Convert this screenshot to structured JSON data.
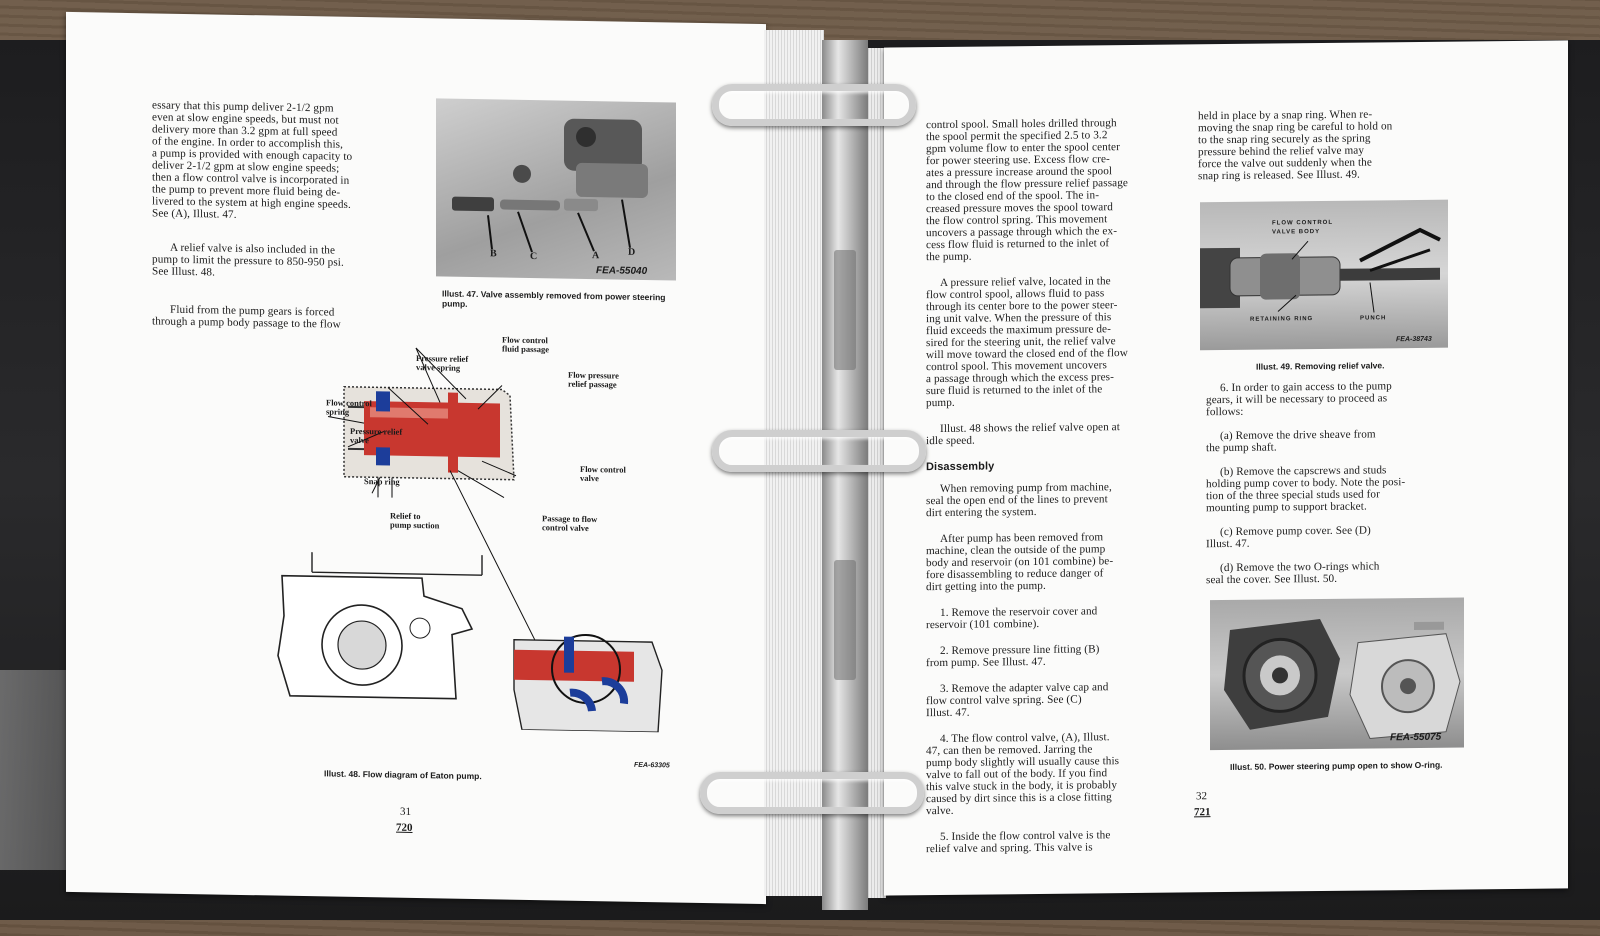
{
  "left_page": {
    "col1": [
      "essary that this pump deliver 2-1/2 gpm\neven at slow engine speeds, but must not\ndelivery more than 3.2 gpm at full speed\nof the engine.  In order to accomplish this,\na pump is provided with enough capacity to\ndeliver 2-1/2 gpm at slow engine speeds;\nthen a flow control valve is incorporated in\nthe pump to prevent more fluid being de-\nlivered to the system at high engine speeds.\nSee (A), Illust. 47.",
      "A relief valve is also included in the\npump to limit the pressure to 850-950 psi.\nSee Illust. 48.",
      "Fluid from the pump gears is forced\nthrough a pump body passage to the flow"
    ],
    "illust47": {
      "code": "FEA-55040",
      "letters": [
        "B",
        "C",
        "A",
        "D"
      ],
      "caption": "Illust. 47.  Valve assembly removed from power steering\npump."
    },
    "illust48": {
      "labels": {
        "flow_control_fluid_passage": "Flow control\nfluid passage",
        "pressure_relief_valve_spring": "Pressure relief\nvalve spring",
        "flow_pressure_relief_passage": "Flow pressure\nrelief passage",
        "flow_control_spring": "Flow control\nspring",
        "pressure_relief_valve": "Pressure relief\nvalve",
        "flow_control_valve": "Flow control\nvalve",
        "snap_ring": "Snap ring",
        "relief_to_pump_suction": "Relief to\npump suction",
        "passage_to_flow_control_valve": "Passage to flow\ncontrol valve"
      },
      "code": "FEA-63305",
      "caption": "Illust. 48.  Flow diagram of Eaton pump."
    },
    "page_number": "31",
    "sheet_number": "720"
  },
  "right_page": {
    "col1": [
      "control spool.  Small holes drilled through\nthe spool permit the specified 2.5 to 3.2\ngpm volume flow to enter the spool center\nfor power steering use.  Excess flow cre-\nates a pressure increase around the spool\nand through the flow pressure relief passage\nto the closed end of the spool.  The in-\ncreased pressure moves the spool toward\nthe flow control spring.  This movement\nuncovers a passage through which the ex-\ncess flow fluid is returned to the inlet of\nthe pump.",
      "A pressure relief valve, located in the\nflow control spool, allows fluid to pass\nthrough its center bore to the power steer-\ning unit valve.  When the pressure of this\nfluid exceeds the maximum pressure de-\nsired for the steering unit, the relief valve\nwill move toward the closed end of the flow\ncontrol spool.  This movement uncovers\na passage through which the excess pres-\nsure fluid is returned to the inlet of the\npump.",
      "Illust. 48 shows the relief valve open at\nidle speed."
    ],
    "disassembly_heading": "Disassembly",
    "col1b": [
      "When removing pump from machine,\nseal the open end of the lines to prevent\ndirt entering the system.",
      "After pump has been removed from\nmachine, clean the outside of the pump\nbody and reservoir (on 101 combine) be-\nfore disassembling to reduce danger of\ndirt getting into the pump.",
      "1.  Remove the reservoir cover and\nreservoir (101 combine).",
      "2.  Remove pressure line fitting (B)\nfrom pump.  See Illust. 47.",
      "3.  Remove the adapter valve cap and\nflow control valve spring.  See (C)\nIllust. 47.",
      "4.  The flow control valve, (A), Illust.\n47, can then be removed.  Jarring the\npump body slightly will usually cause this\nvalve to fall out of the body.  If you find\nthis valve stuck in the body, it is probably\ncaused by dirt since this is a close fitting\nvalve.",
      "5.  Inside the flow control valve is the\nrelief valve and spring.  This valve is"
    ],
    "col2": [
      "held in place by a snap ring.  When re-\nmoving the snap ring be careful to hold on\nto the snap ring securely as the spring\npressure behind the relief valve may\nforce the valve out suddenly when the\nsnap ring is released.  See Illust. 49."
    ],
    "illust49": {
      "label_top": "FLOW CONTROL\nVALVE BODY",
      "label_ring": "RETAINING RING",
      "label_punch": "PUNCH",
      "code": "FEA-38743",
      "caption": "Illust. 49.  Removing relief valve."
    },
    "col2b": [
      "6.  In order to gain access to the pump\ngears, it will be necessary to proceed as\nfollows:",
      "(a)  Remove the drive sheave from\nthe pump shaft.",
      "(b)  Remove the capscrews and studs\nholding pump cover to body.  Note the posi-\ntion of the three special studs used for\nmounting pump to support bracket.",
      "(c)  Remove pump cover.  See (D)\nIllust. 47.",
      "(d)  Remove the two O-rings which\nseal the cover.  See Illust. 50."
    ],
    "illust50": {
      "code": "FEA-55075",
      "caption": "Illust. 50.  Power steering pump open to show O-ring."
    },
    "page_number": "32",
    "sheet_number": "721"
  },
  "colors": {
    "oil_red": "#c8372f",
    "pressure_blue": "#1c3d9a",
    "paper": "#fbfbfa"
  }
}
